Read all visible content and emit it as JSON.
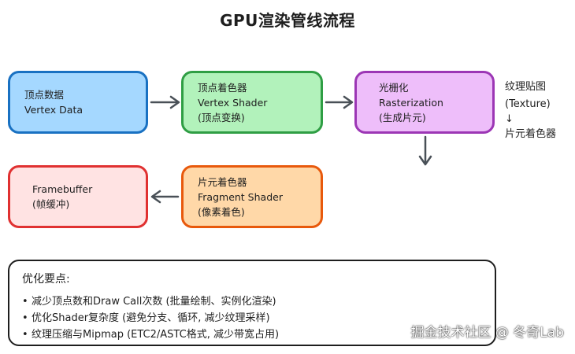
{
  "title": "GPU渲染管线流程",
  "nodes": {
    "vertex_data": {
      "lines": [
        "顶点数据",
        "Vertex Data"
      ],
      "fill": "#a5d8ff",
      "stroke": "#1971c2"
    },
    "vertex_shader": {
      "lines": [
        "顶点着色器",
        "Vertex Shader",
        "(顶点变换)"
      ],
      "fill": "#b2f2bb",
      "stroke": "#2f9e44"
    },
    "rasterization": {
      "lines": [
        "光栅化",
        "Rasterization",
        "(生成片元)"
      ],
      "fill": "#eebefa",
      "stroke": "#9c36b5"
    },
    "fragment_shader": {
      "lines": [
        "片元着色器",
        "Fragment Shader",
        "(像素着色)"
      ],
      "fill": "#ffd8a8",
      "stroke": "#e8590c"
    },
    "framebuffer": {
      "lines": [
        "Framebuffer",
        "(帧缓冲)"
      ],
      "fill": "#ffe3e3",
      "stroke": "#e03131"
    }
  },
  "side_note": {
    "line1": "纹理贴图",
    "line2": "(Texture)",
    "arrow": "↓",
    "line3": "片元着色器"
  },
  "optimization": {
    "title": "优化要点:",
    "bullet": "•",
    "items": [
      "减少顶点数和Draw Call次数 (批量绘制、实例化渲染)",
      "优化Shader复杂度 (避免分支、循环, 减少纹理采样)",
      "纹理压缩与Mipmap (ETC2/ASTC格式, 减少带宽占用)"
    ]
  },
  "watermark": "掘金技术社区 @ 冬奇Lab",
  "colors": {
    "arrow": "#495057",
    "text": "#1e1e1e"
  }
}
